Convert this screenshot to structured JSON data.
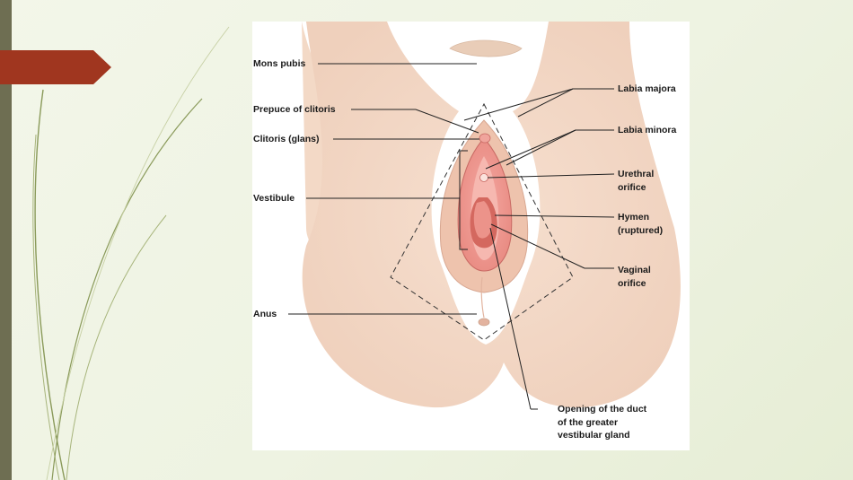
{
  "slide": {
    "accent_color": "#a0361f",
    "sidebar_color": "#6e6e52"
  },
  "figure": {
    "labels": {
      "mons_pubis": "Mons pubis",
      "prepuce": "Prepuce of clitoris",
      "clitoris": "Clitoris (glans)",
      "vestibule": "Vestibule",
      "anus": "Anus",
      "labia_majora": "Labia majora",
      "labia_minora": "Labia minora",
      "urethral_orifice": "Urethral\norifice",
      "hymen": "Hymen\n(ruptured)",
      "vaginal_orifice": "Vaginal\norifice",
      "duct_opening": "Opening of the duct\nof the greater\nvestibular gland"
    }
  }
}
